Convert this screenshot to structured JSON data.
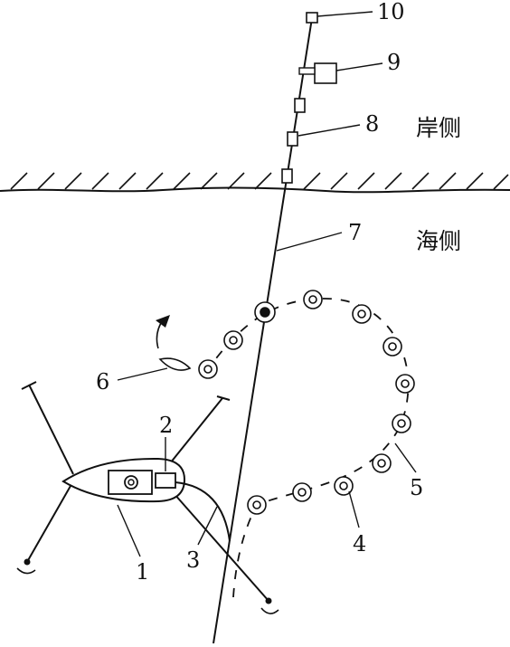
{
  "region_labels": {
    "shore": "岸侧",
    "sea": "海侧"
  },
  "callouts": [
    "1",
    "2",
    "3",
    "4",
    "5",
    "6",
    "7",
    "8",
    "9",
    "10"
  ],
  "colors": {
    "ink": "#111111",
    "background": "#ffffff"
  }
}
